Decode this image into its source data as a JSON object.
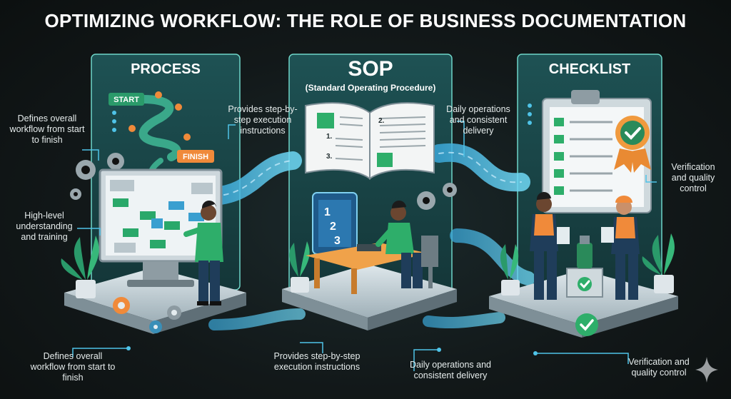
{
  "title": "OPTIMIZING WORKFLOW: THE ROLE OF BUSINESS DOCUMENTATION",
  "panels": {
    "process": {
      "heading": "PROCESS",
      "start_tag": "START",
      "finish_tag": "FINISH"
    },
    "sop": {
      "heading": "SOP",
      "subheading": "(Standard Operating Procedure)",
      "steps": [
        "1.",
        "2.",
        "3."
      ],
      "tablet_steps": [
        "1",
        "2",
        "3"
      ]
    },
    "checklist": {
      "heading": "CHECKLIST"
    }
  },
  "annotations": {
    "process_top": "Defines overall workflow from start to finish",
    "process_mid": "High-level understanding and training",
    "sop_top": "Provides step-by-step execution instructions",
    "checklist_top": "Daily operations and consistent delivery",
    "checklist_right": "Verification and quality control",
    "bottom_1": "Defines overall workflow from start to finish",
    "bottom_2": "Provides step-by-step execution instructions",
    "bottom_3": "Daily operations and consistent delivery",
    "bottom_4": "Verification and quality control"
  },
  "colors": {
    "accent_green": "#3ecf7a",
    "teal": "#1d4a4c",
    "flow_blue": "#4fc3e8",
    "orange": "#f08a3a",
    "panel_border": "#6fd6c9"
  }
}
